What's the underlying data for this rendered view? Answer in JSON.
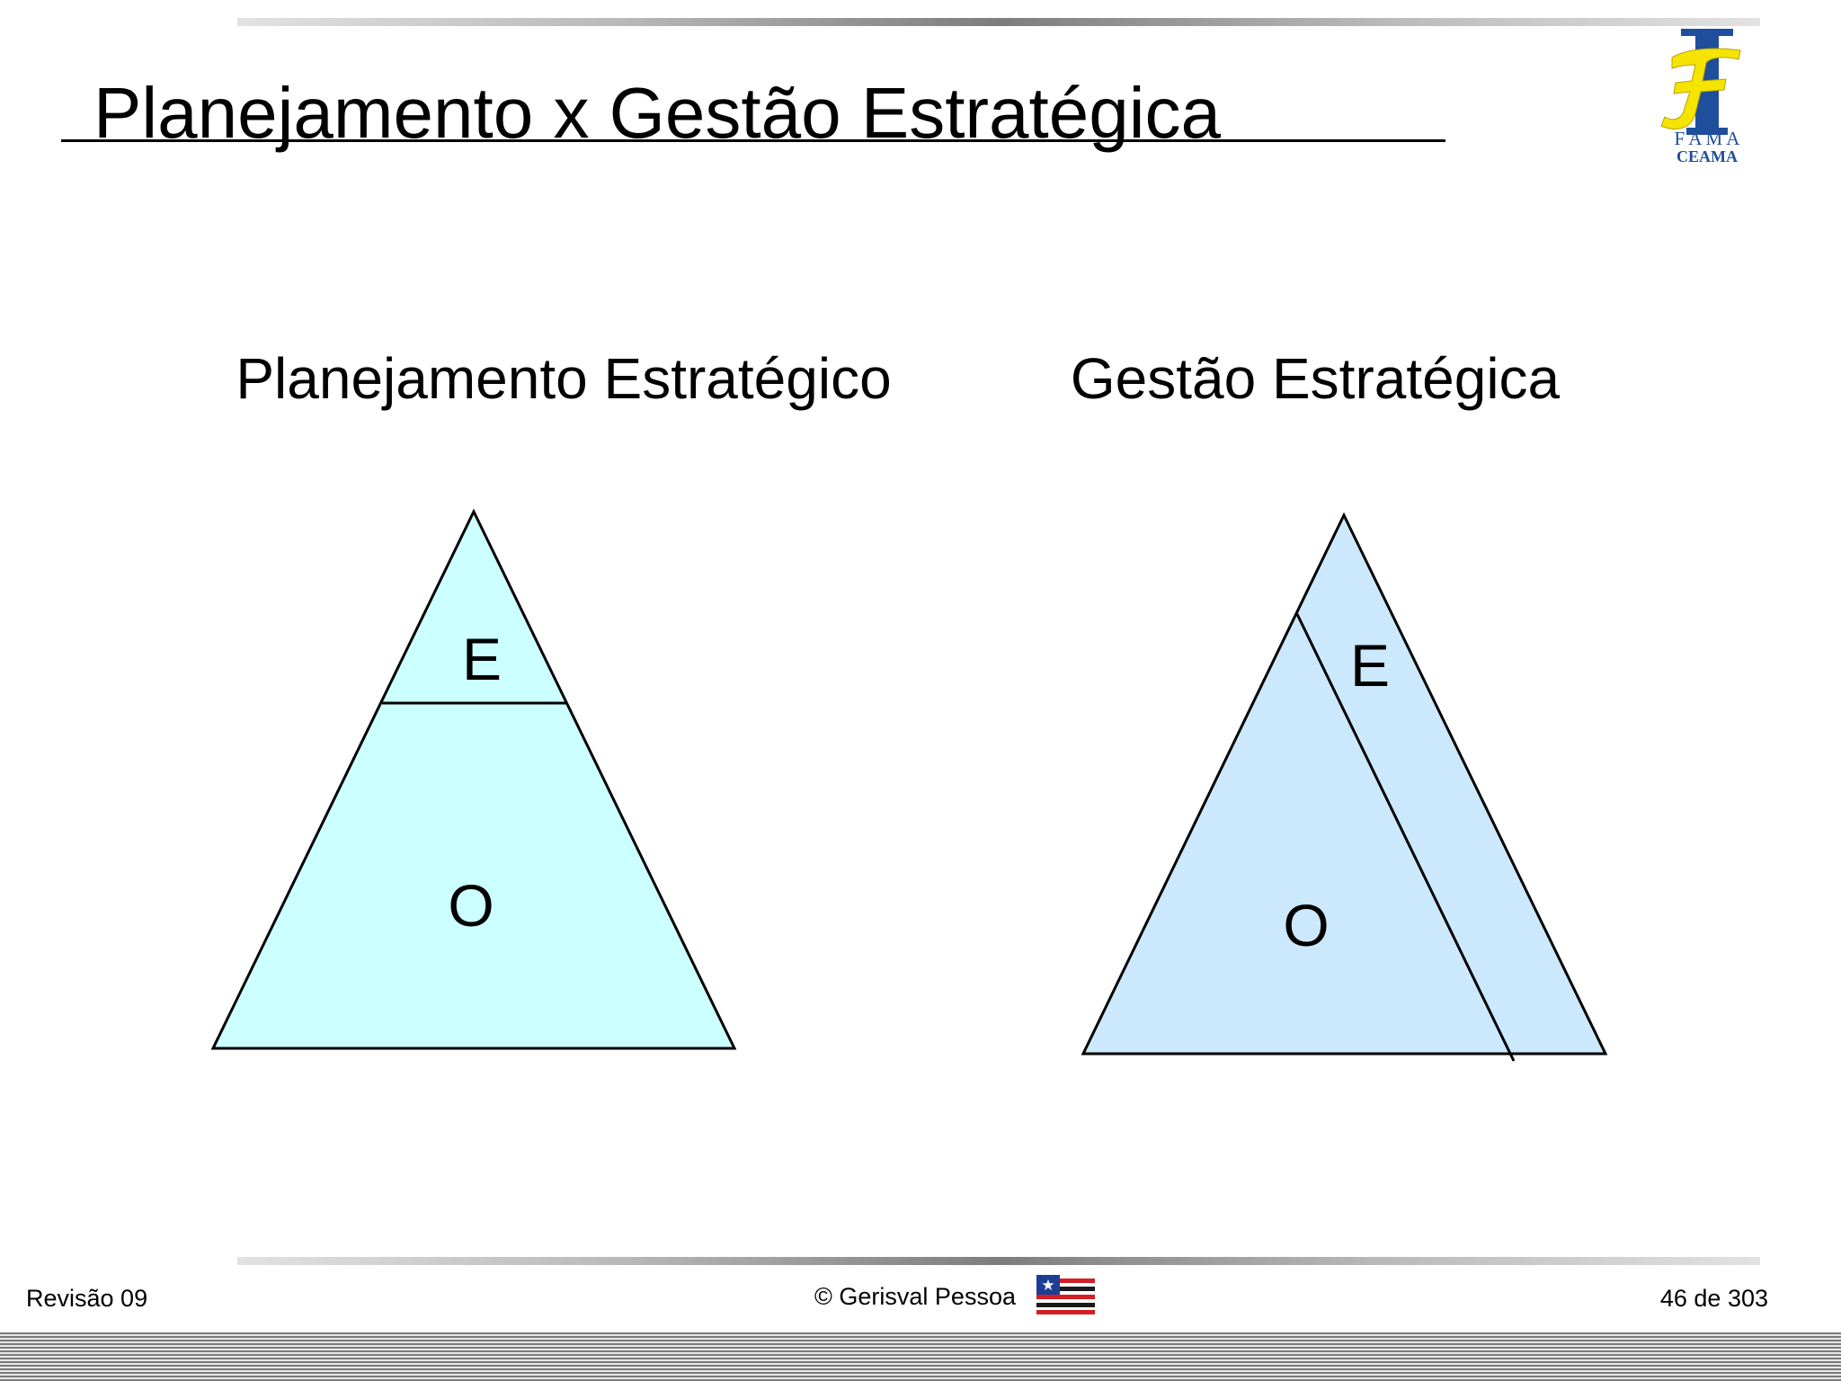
{
  "slide": {
    "title": "Planejamento x Gestão Estratégica",
    "logo": {
      "name": "fama-ceama-logo",
      "text_line1": "F A M A",
      "text_line2": "CEAMA",
      "colors": {
        "column": "#1f4e9c",
        "letter": "#f5e400"
      }
    }
  },
  "diagram": {
    "left": {
      "heading": "Planejamento Estratégico",
      "top_label": "E",
      "bottom_label": "O",
      "fill": "#ccffff"
    },
    "right": {
      "heading": "Gestão Estratégica",
      "top_label": "E",
      "bottom_label": "O",
      "fill": "#cce8fc"
    }
  },
  "footer": {
    "revision": "Revisão 09",
    "author": "© Gerisval Pessoa",
    "page": "46 de 303",
    "flag_icon": "maranhao-flag-icon"
  }
}
